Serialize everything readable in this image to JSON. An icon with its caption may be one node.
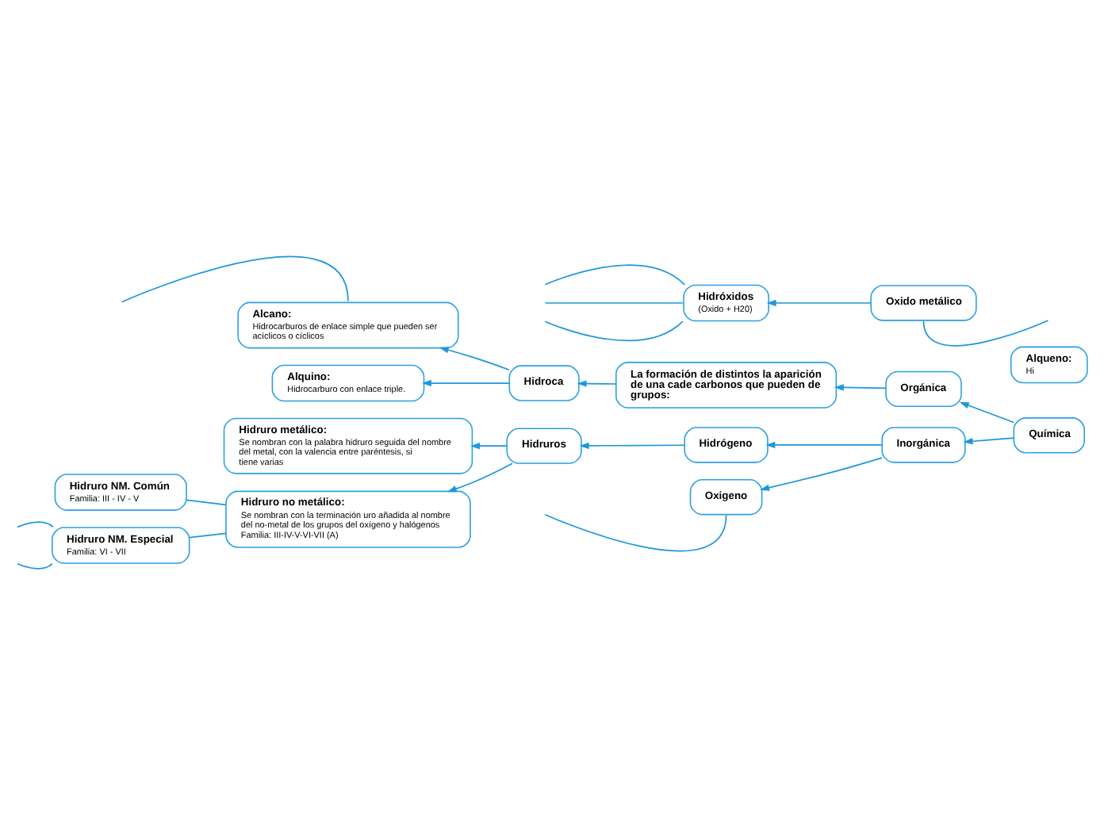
{
  "diagram": {
    "nodes": [
      {
        "text": [
          "Alcano:",
          "Hidrocarburos de enlace simple que pueden ser acíclicos o cíclicos"
        ]
      },
      {
        "text": [
          "Alqueno:",
          "Hi"
        ]
      },
      {
        "text": [
          "Hidroca"
        ]
      },
      {
        "text": [
          "Alquino:",
          "Hidrocarburo con enlace triple."
        ]
      },
      {
        "text": [
          "La formación de distintos la aparición de una cade carbonos que pueden de grupos:"
        ]
      },
      {
        "text": [
          "Orgánica"
        ]
      },
      {
        "text": [
          "Hidruro metálico:",
          "Se nombran con la palabra hidruro seguida del nombre del metal, con la valencia entre paréntesis, si tiene varias"
        ]
      },
      {
        "text": [
          "Hidruros"
        ]
      },
      {
        "text": [
          "Hidrógeno"
        ]
      },
      {
        "text": [
          "Hidruro no metálico:",
          "Se nombran con la terminación uro añadida al nombre del no-metal de los grupos del oxígeno y halógenos",
          "Familia: III-IV-V-VI-VII (A)"
        ]
      },
      {
        "text": [
          "Química"
        ]
      },
      {
        "text": [
          "Hidruro NM. Común",
          "Familia: III - IV - V"
        ]
      },
      {
        "text": [
          "Inorgánica"
        ]
      },
      {
        "text": [
          "Hidruro NM. Especial",
          "Familia: VI - VII"
        ]
      },
      {
        "text": [
          "Hidróxidos",
          "(Oxido + H20)"
        ]
      },
      {
        "text": [
          "Oxigeno"
        ]
      },
      {
        "text": [
          "Oxido metálico"
        ]
      }
    ],
    "edges": [
      {
        "from": 10,
        "to": 5,
        "arrow": "to"
      },
      {
        "from": 10,
        "to": 12,
        "arrow": "to"
      },
      {
        "from": 5,
        "to": 4,
        "arrow": "to"
      },
      {
        "from": 4,
        "to": 2,
        "arrow": "to"
      },
      {
        "from": 2,
        "to": 0,
        "arrow": "to"
      },
      {
        "from": 2,
        "to": 3,
        "arrow": "to"
      },
      {
        "from": 12,
        "to": 8,
        "arrow": "to"
      },
      {
        "from": 12,
        "to": 15,
        "arrow": "to"
      },
      {
        "from": 8,
        "to": 7,
        "arrow": "to"
      },
      {
        "from": 7,
        "to": 6,
        "arrow": "to"
      },
      {
        "from": 7,
        "to": 9,
        "arrow": "to"
      },
      {
        "from": 9,
        "to": 11,
        "arrow": "none"
      },
      {
        "from": 9,
        "to": 13,
        "arrow": "none"
      },
      {
        "from": 16,
        "to": 14,
        "arrow": "to"
      },
      {
        "from": 0,
        "to": null,
        "arrow": "none"
      },
      {
        "from": 15,
        "to": null,
        "arrow": "none"
      },
      {
        "from": 16,
        "to": null,
        "arrow": "none"
      },
      {
        "from": 13,
        "to": null,
        "arrow": "none"
      },
      {
        "from": 13,
        "to": null,
        "arrow": "none"
      },
      {
        "from": 14,
        "to": null,
        "arrow": "none"
      },
      {
        "from": 14,
        "to": null,
        "arrow": "none"
      },
      {
        "from": 14,
        "to": null,
        "arrow": "none"
      }
    ]
  }
}
